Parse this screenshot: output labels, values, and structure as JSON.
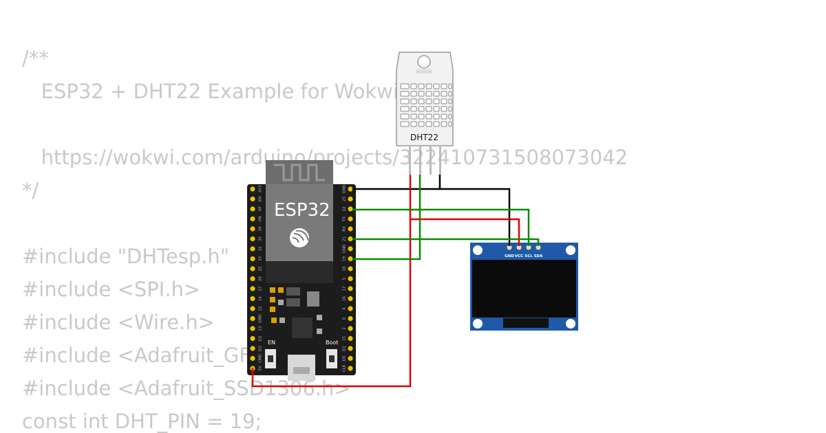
{
  "code_lines": [
    "/**",
    "   ESP32 + DHT22 Example for Wokwi",
    "",
    "   https://wokwi.com/arduino/projects/322410731508073042",
    "*/",
    "",
    "#include \"DHTesp.h\"",
    "#include <SPI.h>",
    "#include <Wire.h>",
    "#include <Adafruit_GFX.h>",
    "#include <Adafruit_SSD1306.h>",
    "const int DHT_PIN = 19;"
  ],
  "esp32": {
    "label": "ESP32",
    "en_label": "EN",
    "boot_label": "Boot",
    "left_pins": [
      "3V3",
      "EN",
      "VP",
      "VN",
      "34",
      "35",
      "32",
      "33",
      "25",
      "26",
      "27",
      "14",
      "12",
      "GND",
      "13",
      "D2",
      "D3",
      "CMD",
      "5V"
    ],
    "right_pins": [
      "GND",
      "23",
      "22",
      "TX",
      "RX",
      "21",
      "GND",
      "19",
      "18",
      "5",
      "17",
      "16",
      "4",
      "0",
      "2",
      "15",
      "D1",
      "D0",
      "CLK"
    ]
  },
  "dht22": {
    "label": "DHT22"
  },
  "oled": {
    "pins": [
      "GND",
      "VCC",
      "SCL",
      "SDA"
    ]
  },
  "colors": {
    "code_text": "#c9c9c9",
    "esp_board": "#1c1c1c",
    "pin_gold": "#e8c400",
    "wire_black": "#000000",
    "wire_red": "#e00000",
    "wire_green": "#0a8a00",
    "oled_board": "#1e5aa8",
    "dht_body": "#f2f2f2"
  }
}
